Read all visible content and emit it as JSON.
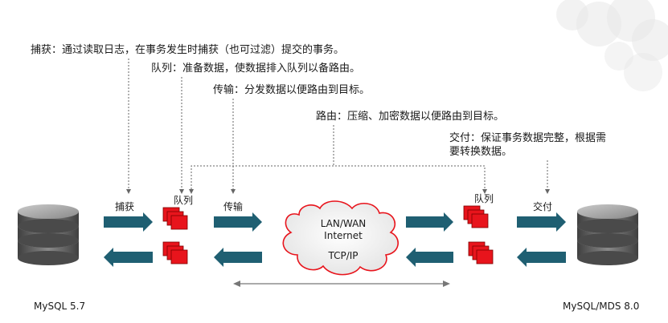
{
  "annotations": {
    "capture": "捕获：通过读取日志，在事务发生时捕获（也可过滤）提交的事务。",
    "queue": "队列：准备数据，使数据排入队列以备路由。",
    "transmit": "传输：分发数据以便路由到目标。",
    "route": "路由：压缩、加密数据以便路由到目标。",
    "deliver_line1": "交付：保证事务数据完整，根据需",
    "deliver_line2": "要转换数据。"
  },
  "labels": {
    "capture": "捕获",
    "queue_left": "队列",
    "transmit": "传输",
    "queue_right": "队列",
    "deliver": "交付"
  },
  "network": {
    "line1": "LAN/WAN",
    "line2": "Internet",
    "line3": "TCP/IP"
  },
  "databases": {
    "source": "MySQL 5.7",
    "target": "MySQL/MDS 8.0"
  },
  "colors": {
    "arrow": "#1f5f72",
    "queue_red": "#e8141c",
    "dotted": "#666666",
    "db_gray": "#555555"
  }
}
